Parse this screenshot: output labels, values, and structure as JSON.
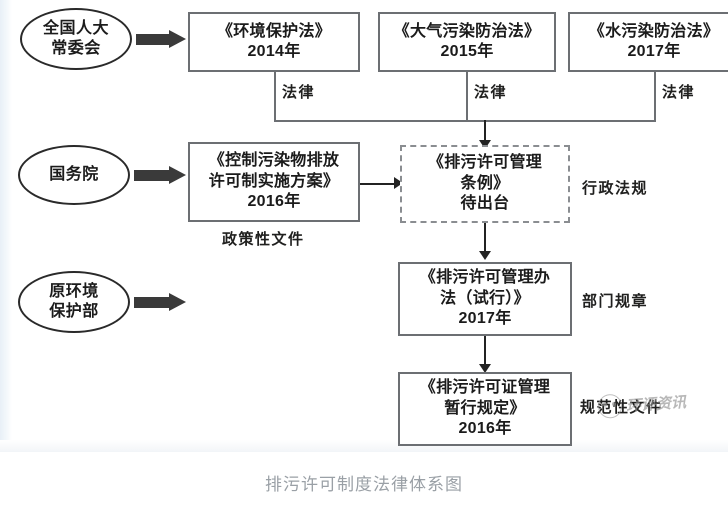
{
  "caption": "排污许可制度法律体系图",
  "watermark": {
    "text": "环评资讯",
    "logo_icon": "smiley-logo-icon"
  },
  "actors": [
    {
      "id": "npc",
      "label_line1": "全国人大",
      "label_line2": "常委会"
    },
    {
      "id": "state-council",
      "label_line1": "国务院",
      "label_line2": ""
    },
    {
      "id": "mep",
      "label_line1": "原环境",
      "label_line2": "保护部"
    }
  ],
  "laws": [
    {
      "id": "env-protection-law",
      "title": "《环境保护法》",
      "year": "2014年",
      "edge_label": "法律"
    },
    {
      "id": "air-pollution-law",
      "title": "《大气污染防治法》",
      "year": "2015年",
      "edge_label": "法律"
    },
    {
      "id": "water-pollution-law",
      "title": "《水污染防治法》",
      "year": "2017年",
      "edge_label": "法律"
    }
  ],
  "documents": [
    {
      "id": "implementation-plan",
      "title_line1": "《控制污染物排放",
      "title_line2": "许可制实施方案》",
      "year": "2016年",
      "category": "政策性文件",
      "status": ""
    },
    {
      "id": "permit-regulation",
      "title_line1": "《排污许可管理",
      "title_line2": "条例》",
      "year": "",
      "category": "行政法规",
      "status": "待出台"
    },
    {
      "id": "permit-measures-trial",
      "title_line1": "《排污许可管理办",
      "title_line2": "法（试行）》",
      "year": "2017年",
      "category": "部门规章",
      "status": ""
    },
    {
      "id": "permit-interim-provisions",
      "title_line1": "《排污许可证管理",
      "title_line2": "暂行规定》",
      "year": "2016年",
      "category": "规范性文件",
      "status": ""
    }
  ],
  "colors": {
    "box_border": "#6c6f73",
    "dashed_border": "#8a8d91",
    "arrow_fill": "#3a3a3a",
    "connector": "#232323",
    "caption_text": "#9aa0a6"
  }
}
